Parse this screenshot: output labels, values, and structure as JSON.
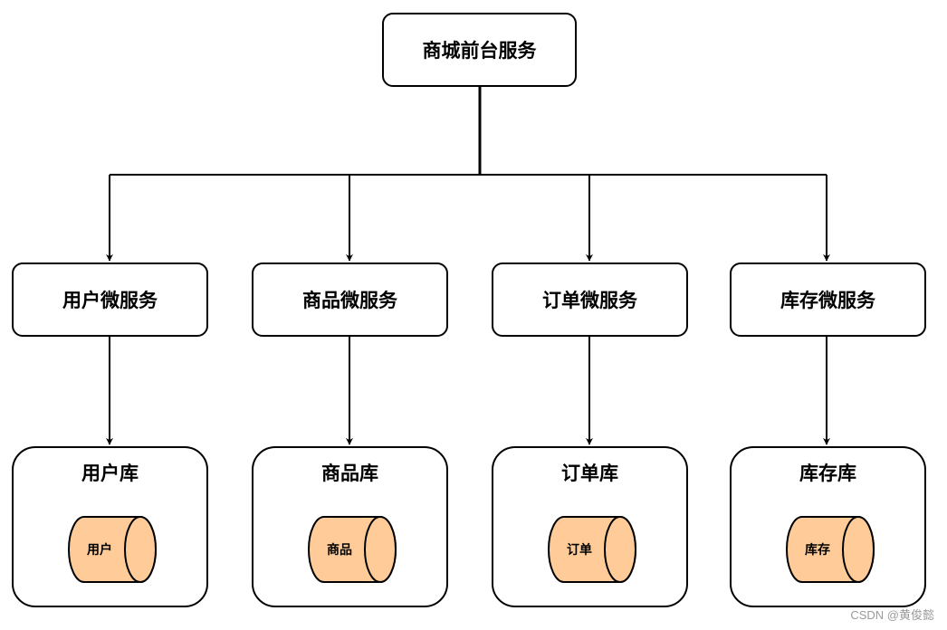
{
  "diagram": {
    "top": {
      "label": "商城前台服务"
    },
    "services": [
      {
        "label": "用户微服务",
        "db_title": "用户库",
        "db_label": "用户"
      },
      {
        "label": "商品微服务",
        "db_title": "商品库",
        "db_label": "商品"
      },
      {
        "label": "订单微服务",
        "db_title": "订单库",
        "db_label": "订单"
      },
      {
        "label": "库存微服务",
        "db_title": "库存库",
        "db_label": "库存"
      }
    ]
  },
  "colors": {
    "cylinder_fill": "#ffcc99",
    "stroke": "#000000"
  },
  "watermark": "CSDN @黄俊懿"
}
